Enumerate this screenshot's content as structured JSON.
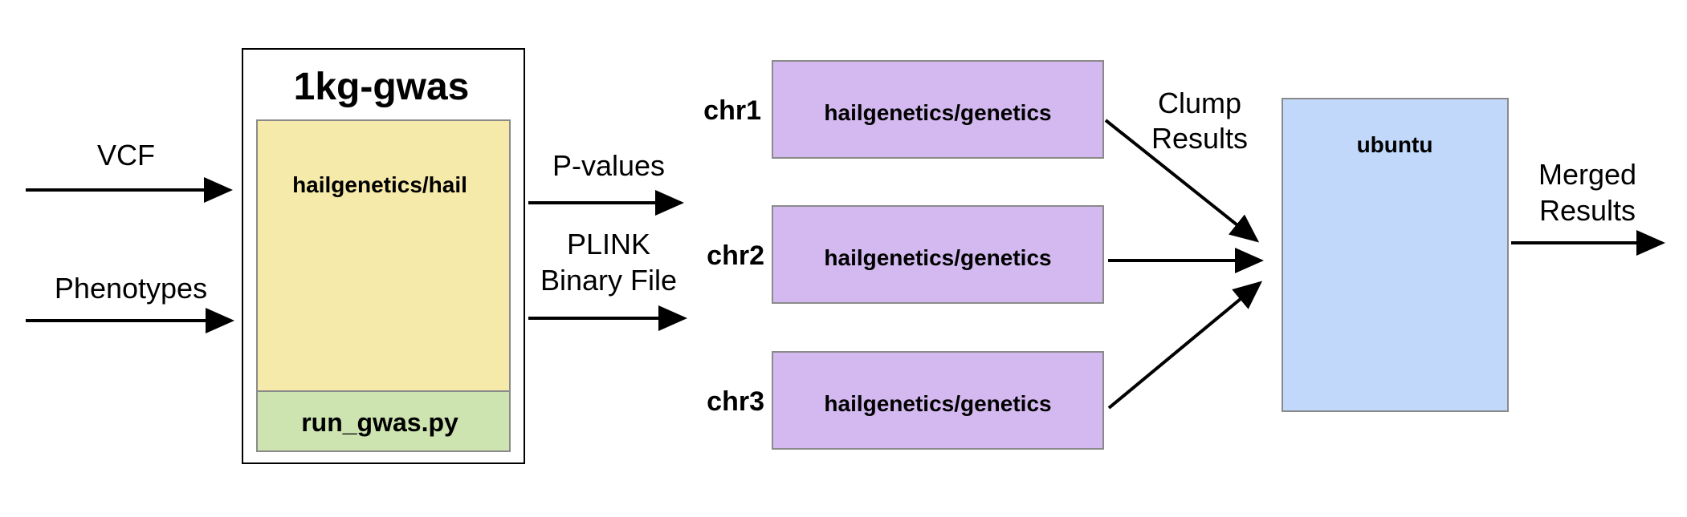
{
  "inputs": {
    "vcf": "VCF",
    "phenotypes": "Phenotypes"
  },
  "container": {
    "title": "1kg-gwas",
    "image": "hailgenetics/hail",
    "script": "run_gwas.py"
  },
  "outputs": {
    "pvalues": "P-values",
    "plink_line1": "PLINK",
    "plink_line2": "Binary File"
  },
  "chromosomes": [
    {
      "label": "chr1",
      "image": "hailgenetics/genetics"
    },
    {
      "label": "chr2",
      "image": "hailgenetics/genetics"
    },
    {
      "label": "chr3",
      "image": "hailgenetics/genetics"
    }
  ],
  "clump": {
    "line1": "Clump",
    "line2": "Results"
  },
  "merge": {
    "image": "ubuntu",
    "line1": "Merged",
    "line2": "Results"
  },
  "colors": {
    "hail_box": "#f5eaa9",
    "script_box": "#cde3b0",
    "genetics_box": "#d3b9ef",
    "ubuntu_box": "#c1d8fa",
    "chr_label": "#3a63b8",
    "box_border": "#8a8a8a"
  }
}
